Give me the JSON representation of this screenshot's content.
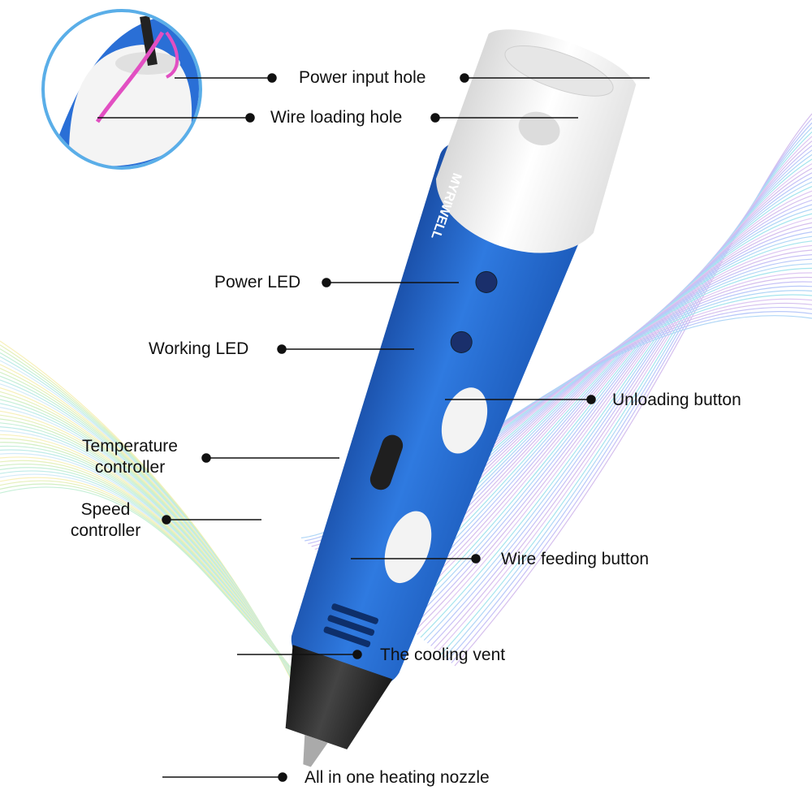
{
  "brand": "MYRIWELL",
  "labels": {
    "power_input_hole": "Power input hole",
    "wire_loading_hole": "Wire loading hole",
    "power_led": "Power LED",
    "working_led": "Working LED",
    "unloading_button": "Unloading button",
    "temperature_controller_line1": "Temperature",
    "temperature_controller_line2": "controller",
    "speed_controller_line1": "Speed",
    "speed_controller_line2": "controller",
    "wire_feeding_button": "Wire feeding button",
    "cooling_vent": "The cooling vent",
    "heating_nozzle": "All in one heating nozzle"
  },
  "colors": {
    "pen_body": "#2a6fd6",
    "pen_body_dark": "#1a4fa8",
    "pen_cap": "#f1f1f1",
    "nozzle": "#2b2b2b",
    "inset_ring": "#5aaee8",
    "filament": "#e24fc2",
    "leader_line": "#111111"
  }
}
